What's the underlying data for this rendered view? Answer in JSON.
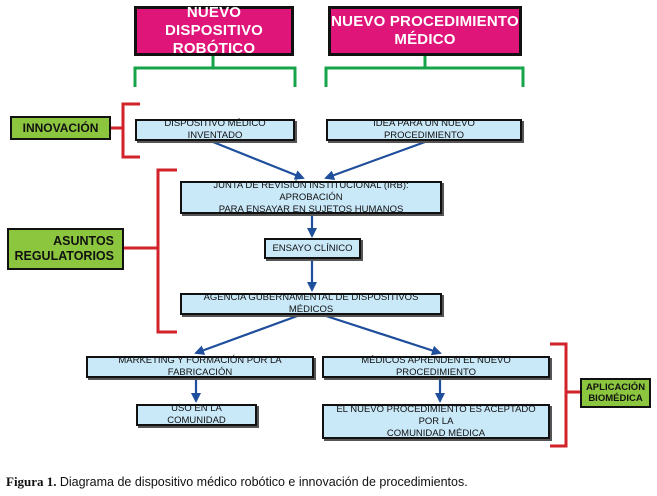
{
  "top_boxes": {
    "robotic": {
      "line1": "NUEVO DISPOSITIVO",
      "line2": "ROBÓTICO"
    },
    "procedure": {
      "line1": "NUEVO PROCEDIMIENTO",
      "line2": "MÉDICO"
    }
  },
  "labels": {
    "innovation": "INNOVACIÓN",
    "regulatory_line1": "ASUNTOS",
    "regulatory_line2": "REGULATORIOS",
    "application_line1": "APLICACIÓN",
    "application_line2": "BIOMÉDICA"
  },
  "nodes": {
    "device_invented": "DISPOSITIVO MÉDICO INVENTADO",
    "procedure_idea": "IDEA PARA UN NUEVO PROCEDIMIENTO",
    "irb_line1": "JUNTA DE REVISIÓN INSTITUCIONAL (IRB): APROBACIÓN",
    "irb_line2": "PARA ENSAYAR EN SUJETOS HUMANOS",
    "clinical_trial": "ENSAYO CLÍNICO",
    "agency": "AGENCIA GUBERNAMENTAL DE DISPOSITIVOS MÉDICOS",
    "marketing": "MARKETING Y FORMACIÓN POR LA FABRICACIÓN",
    "doctors_learn": "MÉDICOS APRENDEN EL NUEVO PROCEDIMIENTO",
    "community_use": "USO EN LA COMUNIDAD",
    "accepted_line1": "EL NUEVO PROCEDIMIENTO ES ACEPTADO POR LA",
    "accepted_line2": "COMUNIDAD MÉDICA"
  },
  "caption": {
    "label": "Figura 1.",
    "text": "Diagrama de dispositivo médico robótico e innovación de procedimientos."
  },
  "colors": {
    "pink": "#e0157a",
    "green": "#8cc63f",
    "green_bracket": "#16a34a",
    "red_bracket": "#d2232a",
    "light_blue": "#c9e8f8",
    "arrow_blue": "#1f4e9c"
  }
}
